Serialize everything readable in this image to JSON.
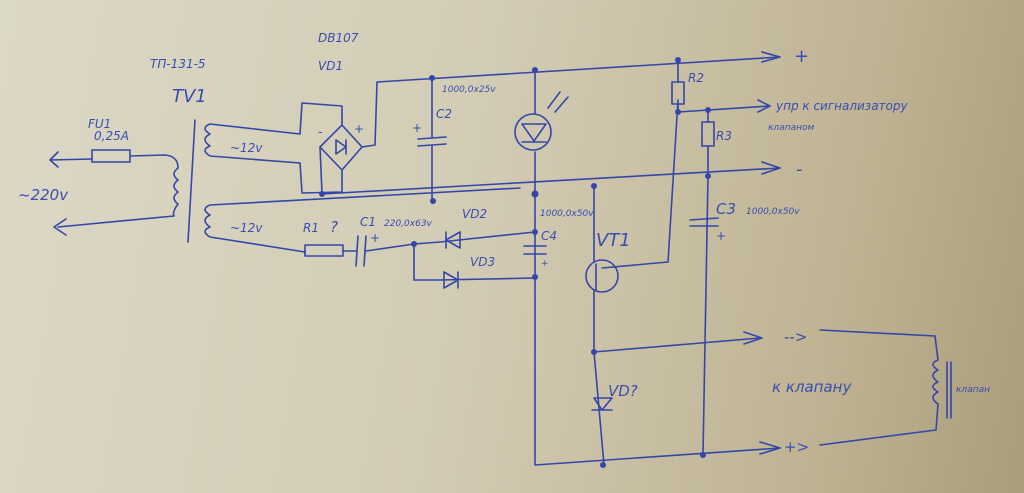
{
  "fuse": {
    "name": "FU1",
    "rating": "0,25A"
  },
  "mains": "~220v",
  "transformer": {
    "type": "ТП-131-5",
    "name": "TV1",
    "winding1": "~12v",
    "winding2": "~12v"
  },
  "bridge": {
    "type": "DB107",
    "name": "VD1",
    "minus": "-",
    "plus": "+"
  },
  "c2": {
    "name": "C2",
    "value": "1000,0x25v",
    "plus": "+"
  },
  "r1": {
    "name": "R1",
    "value": "?"
  },
  "c1": {
    "name": "C1",
    "value": "220,0x63v",
    "plus": "+"
  },
  "vd2": "VD2",
  "vd3": "VD3",
  "c4": {
    "name": "C4",
    "value": "1000,0x50v",
    "plus": "+"
  },
  "vt1": "VT1",
  "r2": "R2",
  "r3": "R3",
  "c3": {
    "name": "C3",
    "value": "1000,0x50v",
    "plus": "+"
  },
  "out_plus": "+",
  "out_minus": "-",
  "signal": {
    "line1": "упр к сигнализатору",
    "line2": "клапаном"
  },
  "valve": {
    "minus": "-->",
    "plus": "+>",
    "label": "к клапану",
    "coil": "клапан"
  },
  "vd": "VD?"
}
